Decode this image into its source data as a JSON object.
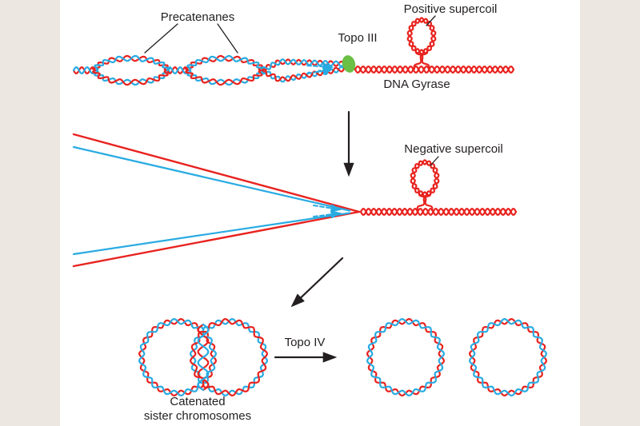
{
  "figure": {
    "labels": {
      "precatenanes": "Precatenanes",
      "topo_iii": "Topo III",
      "positive_supercoil": "Positive supercoil",
      "dna_gyrase": "DNA Gyrase",
      "negative_supercoil": "Negative supercoil",
      "topo_iv": "Topo IV",
      "catenated_line1": "Catenated",
      "catenated_line2": "sister chromosomes"
    },
    "colors": {
      "strand_red": "#e8231f",
      "strand_blue": "#29abe2",
      "topo_iii_enzyme_green": "#6abf45",
      "text_ink": "#231f20",
      "outer_background": "#ece7e1",
      "panel_background": "#ffffff"
    }
  }
}
